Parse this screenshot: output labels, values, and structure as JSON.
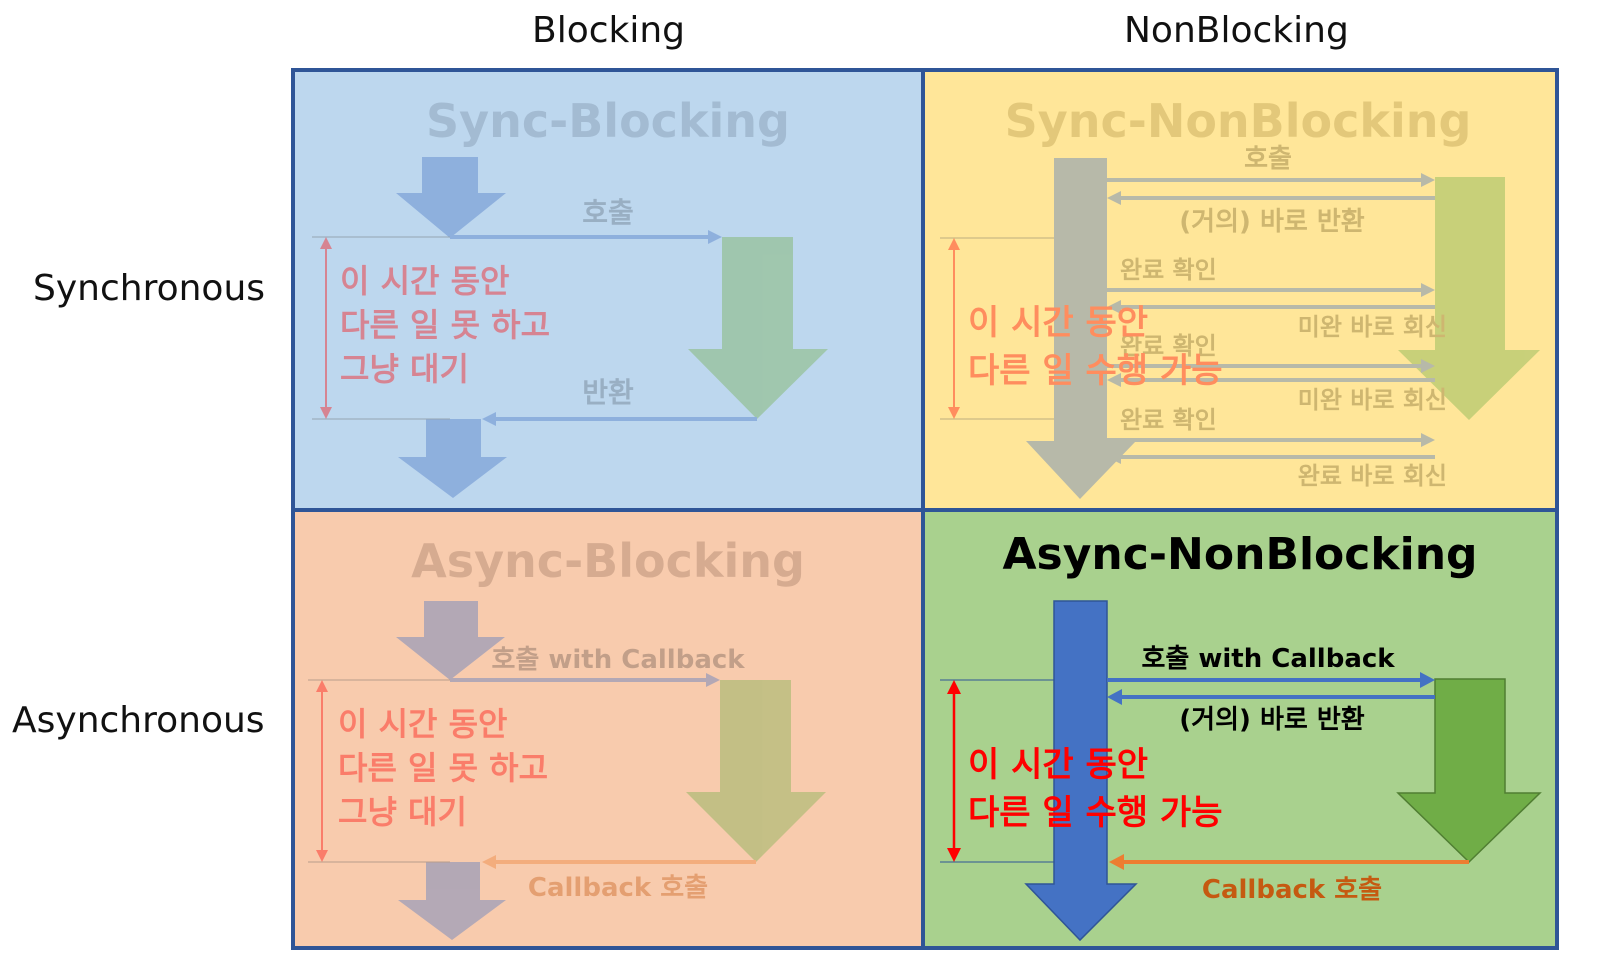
{
  "headers": {
    "columns": [
      "Blocking",
      "NonBlocking"
    ],
    "rows": [
      "Synchronous",
      "Asynchronous"
    ]
  },
  "quadrants": {
    "sync_blocking": {
      "title": "Sync-Blocking",
      "call_label": "호출",
      "return_label": "반환",
      "wait_lines": [
        "이 시간 동안",
        "다른 일 못 하고",
        "그냥 대기"
      ]
    },
    "sync_nonblocking": {
      "title": "Sync-NonBlocking",
      "call_label": "호출",
      "immediate_return_label": "(거의) 바로 반환",
      "check_label": "완료 확인",
      "not_done_label": "미완 바로 회신",
      "done_label": "완료 바로 회신",
      "work_lines": [
        "이 시간 동안",
        "다른 일 수행 가능"
      ]
    },
    "async_blocking": {
      "title": "Async-Blocking",
      "call_label": "호출 with Callback",
      "callback_label": "Callback 호출",
      "wait_lines": [
        "이 시간 동안",
        "다른 일 못 하고",
        "그냥 대기"
      ]
    },
    "async_nonblocking": {
      "title": "Async-NonBlocking",
      "call_label": "호출 with Callback",
      "immediate_return_label": "(거의) 바로 반환",
      "callback_label": "Callback 호출",
      "work_lines": [
        "이 시간 동안",
        "다른 일 수행 가능"
      ]
    }
  },
  "colors": {
    "grid_border": "#2f5597",
    "sync_blocking_bg": "#bdd7ee",
    "sync_nonblocking_bg": "#ffe699",
    "async_blocking_bg": "#f8cbad",
    "async_nonblocking_bg": "#a9d18e",
    "caller_arrow": "#4472c4",
    "callee_arrow": "#70ad47",
    "callback_arrow": "#ed7d31",
    "highlight_text": "#ff0000",
    "callback_text": "#c55a11"
  }
}
